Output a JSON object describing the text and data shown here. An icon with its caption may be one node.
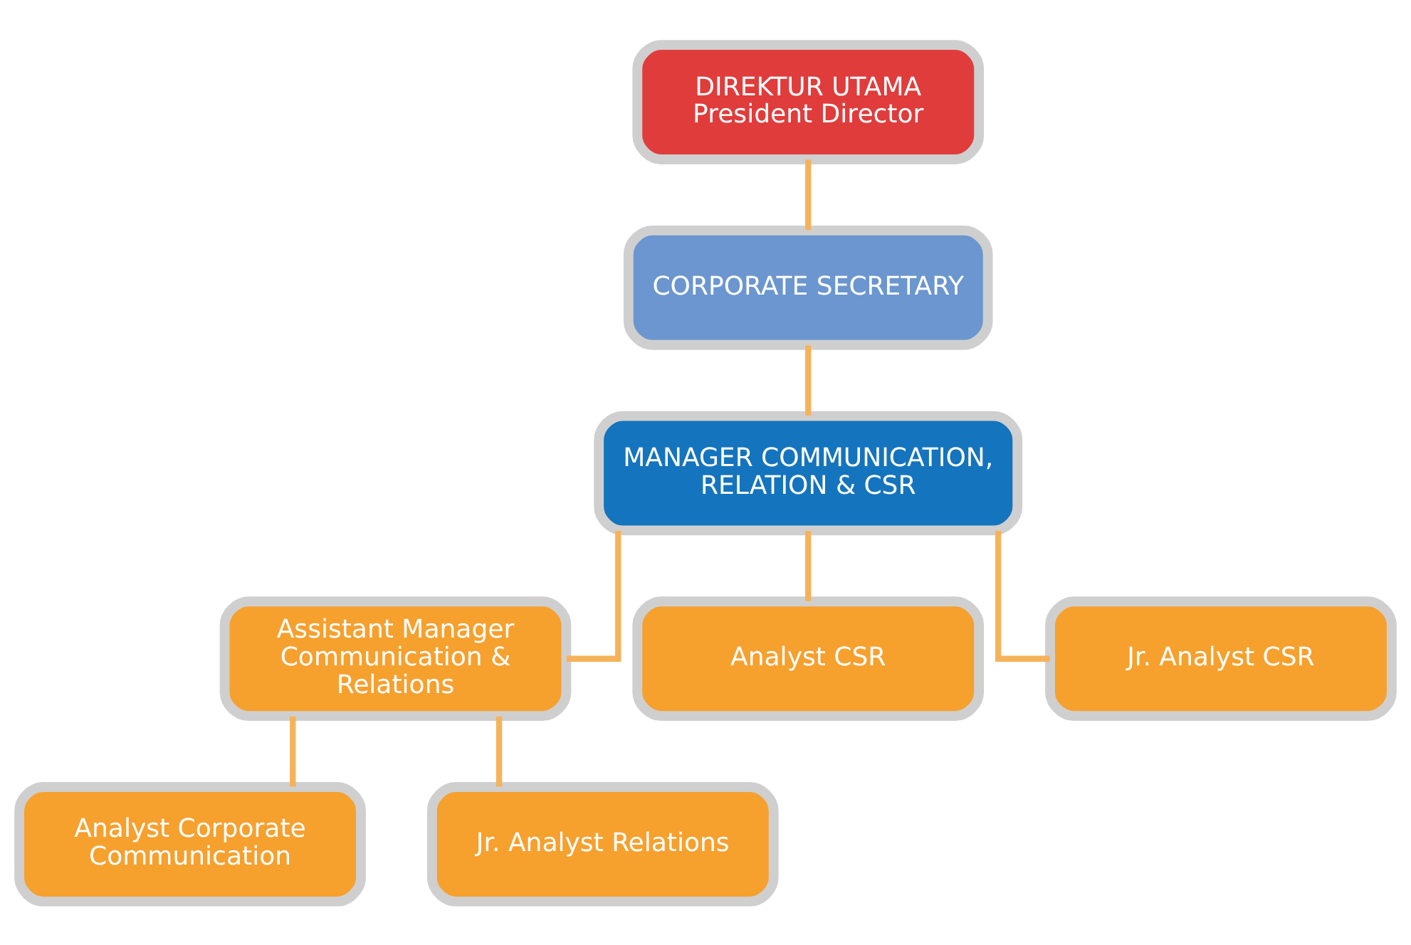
{
  "diagram": {
    "nodes": [
      {
        "text": [
          "DIREKTUR UTAMA",
          "President Director"
        ]
      },
      {
        "text": [
          "CORPORATE SECRETARY"
        ]
      },
      {
        "text": [
          "MANAGER COMMUNICATION, RELATION & CSR"
        ]
      },
      {
        "text": [
          "Assistant Manager Communication & Relations"
        ]
      },
      {
        "text": [
          "Analyst CSR"
        ]
      },
      {
        "text": [
          "Jr. Analyst CSR"
        ]
      },
      {
        "text": [
          "Analyst Corporate Communication"
        ]
      },
      {
        "text": [
          "Jr. Analyst Relations"
        ]
      }
    ],
    "edges": [
      {
        "from": 0,
        "to": 1,
        "arrow": "none"
      },
      {
        "from": 1,
        "to": 2,
        "arrow": "none"
      },
      {
        "from": 2,
        "to": 3,
        "arrow": "none"
      },
      {
        "from": 2,
        "to": 4,
        "arrow": "none"
      },
      {
        "from": 2,
        "to": 5,
        "arrow": "none"
      },
      {
        "from": 3,
        "to": 6,
        "arrow": "none"
      },
      {
        "from": 3,
        "to": 7,
        "arrow": "none"
      }
    ]
  }
}
